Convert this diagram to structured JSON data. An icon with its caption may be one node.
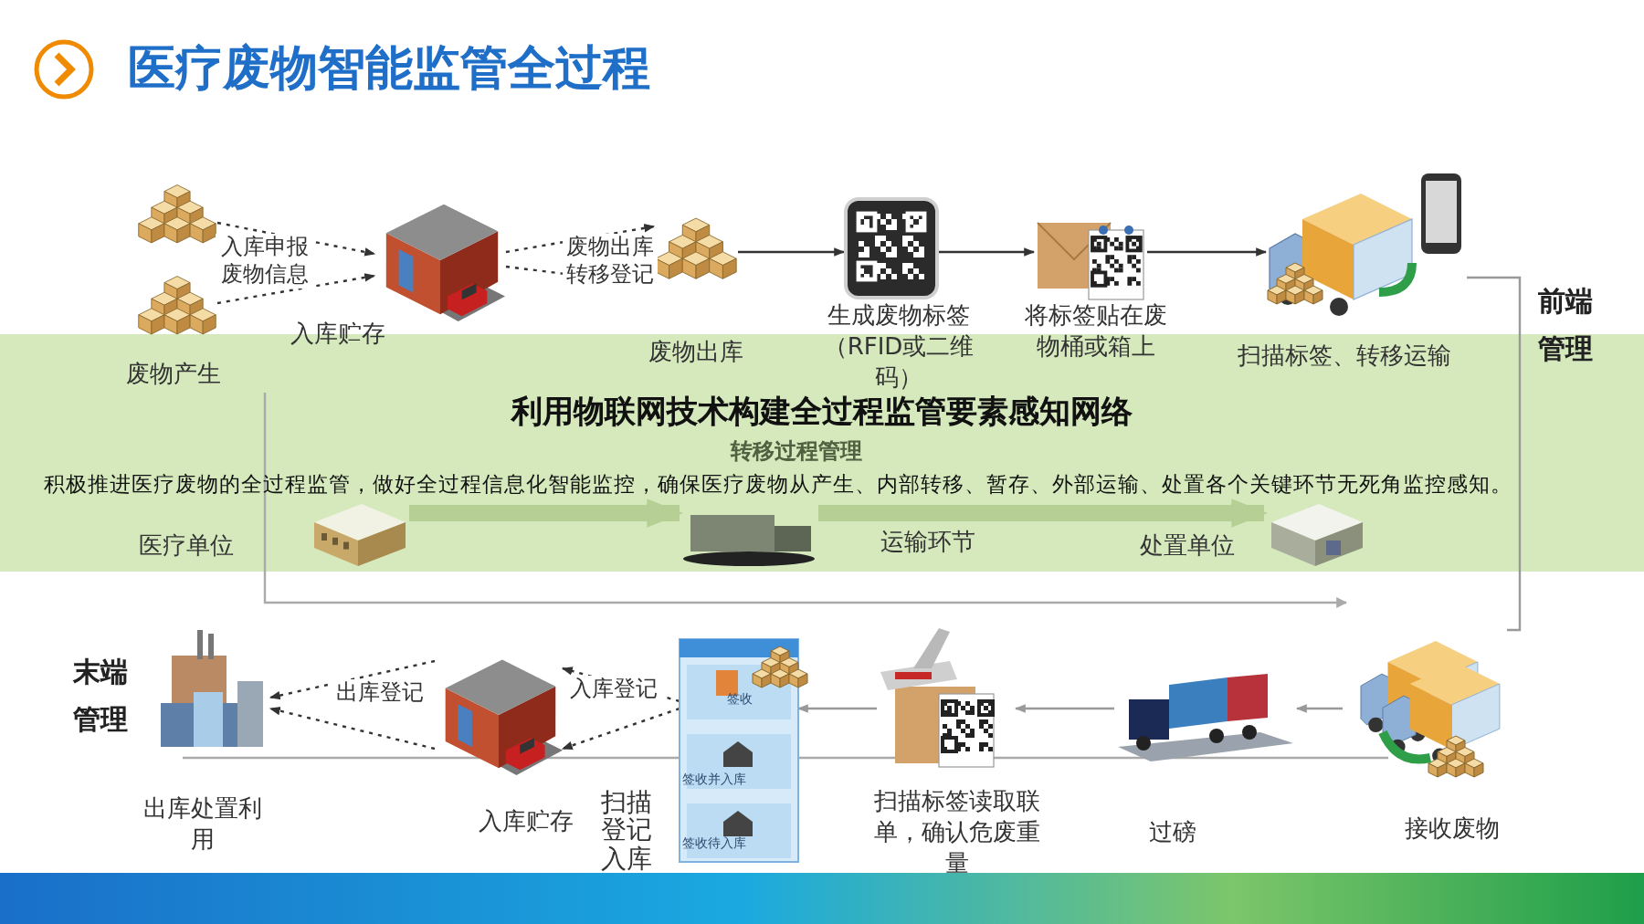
{
  "diagram": {
    "title": "医疗废物智能监管全过程",
    "nodes": [
      {
        "text": [],
        "shape": "picture"
      },
      {
        "text": [],
        "shape": "picture",
        "beside": [
          "废物产生"
        ]
      },
      {
        "text": [],
        "shape": "picture",
        "beside": [
          "入库贮存"
        ]
      },
      {
        "text": [],
        "shape": "picture",
        "beside": [
          "废物出库"
        ]
      },
      {
        "text": [],
        "shape": "picture",
        "beside": [
          "生成废物标签（RFID或二维码）"
        ]
      },
      {
        "text": [],
        "shape": "picture",
        "beside": [
          "将标签贴在废物桶或箱上"
        ]
      },
      {
        "text": [],
        "shape": "picture",
        "beside": [
          "扫描标签、转移运输"
        ]
      },
      {
        "text": [],
        "shape": "picture",
        "beside": [
          "医疗单位"
        ]
      },
      {
        "text": [],
        "shape": "picture",
        "beside": [
          "运输环节"
        ]
      },
      {
        "text": [],
        "shape": "picture",
        "beside": [
          "处置单位"
        ]
      },
      {
        "text": [],
        "shape": "picture",
        "beside": [
          "接收废物"
        ]
      },
      {
        "text": [],
        "shape": "picture",
        "beside": [
          "过磅"
        ]
      },
      {
        "text": [],
        "shape": "picture",
        "beside": [
          "扫描标签读取联单，确认危废重量"
        ]
      },
      {
        "text": [],
        "shape": "picture",
        "beside": [
          "扫描登记入库"
        ]
      },
      {
        "text": [],
        "shape": "picture",
        "beside": [
          "入库贮存"
        ]
      },
      {
        "text": [],
        "shape": "picture",
        "beside": [
          "出库处置利用"
        ]
      }
    ],
    "edges": [
      {
        "from": 0,
        "to": 2,
        "arrow": "to",
        "style": "dashed",
        "label": "入库申报废物信息"
      },
      {
        "from": 1,
        "to": 2,
        "arrow": "to",
        "style": "dashed"
      },
      {
        "from": 2,
        "to": 3,
        "arrow": "to",
        "style": "dashed",
        "label": "废物出库转移登记"
      },
      {
        "from": 2,
        "to": 3,
        "arrow": "to",
        "style": "dashed"
      },
      {
        "from": 3,
        "to": 4,
        "arrow": "to"
      },
      {
        "from": 4,
        "to": 5,
        "arrow": "to"
      },
      {
        "from": 5,
        "to": 6,
        "arrow": "to"
      },
      {
        "from": 6,
        "to": 10,
        "arrow": "none",
        "color": "#999999"
      },
      {
        "from": 7,
        "to": 8,
        "arrow": "to",
        "style": "thick",
        "color": "#b5cf95"
      },
      {
        "from": 8,
        "to": 9,
        "arrow": "to",
        "style": "thick",
        "color": "#b5cf95"
      },
      {
        "from": 10,
        "to": 11,
        "arrow": "to",
        "color": "#999999"
      },
      {
        "from": 11,
        "to": 12,
        "arrow": "to",
        "color": "#999999"
      },
      {
        "from": 12,
        "to": 13,
        "arrow": "to",
        "color": "#999999"
      },
      {
        "from": 13,
        "to": 14,
        "arrow": "to",
        "style": "dashed",
        "label": "入库登记"
      },
      {
        "from": 13,
        "to": 14,
        "arrow": "to",
        "style": "dashed"
      },
      {
        "from": 14,
        "to": 15,
        "arrow": "to",
        "style": "dashed",
        "label": "出库登记"
      },
      {
        "from": 14,
        "to": 15,
        "arrow": "to",
        "style": "dashed"
      }
    ],
    "labels": [
      "前端管理",
      "利用物联网技术构建全过程监管要素感知网络",
      "转移过程管理",
      "积极推进医疗废物的全过程监管，做好全过程信息化智能监控，确保医疗废物从产生、内部转移、暂存、外部运输、处置各个关键环节无死角监控感知。",
      "末端管理",
      "签收",
      "签收并入库",
      "签收待入库"
    ]
  }
}
